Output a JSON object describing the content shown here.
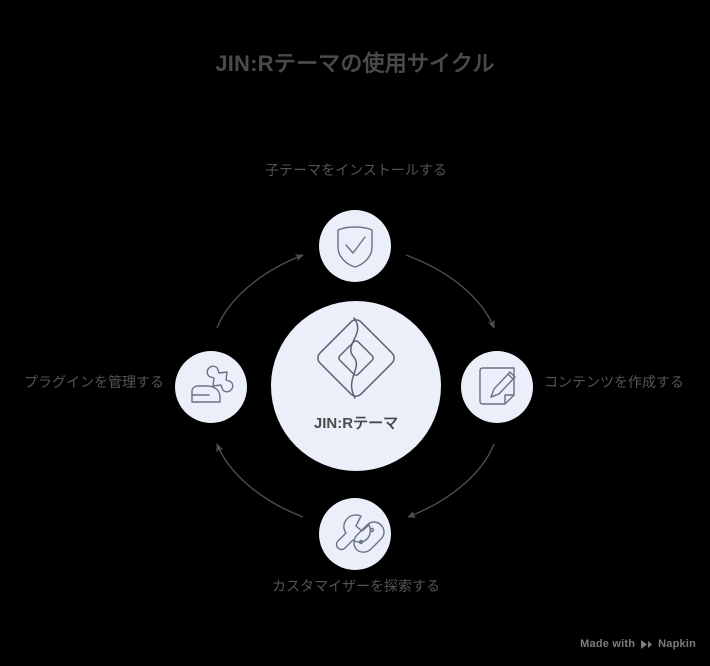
{
  "diagram": {
    "title": "JIN:Rテーマの使用サイクル",
    "type": "cycle",
    "center": {
      "label": "JIN:Rテーマ",
      "icon": "diamond-logo-icon"
    },
    "nodes": [
      {
        "id": "top",
        "label": "子テーマをインストールする",
        "icon": "shield-check-icon",
        "position": "top"
      },
      {
        "id": "right",
        "label": "コンテンツを作成する",
        "icon": "document-pencil-icon",
        "position": "right"
      },
      {
        "id": "bottom",
        "label": "カスタマイザーを探索する",
        "icon": "wrench-toggle-icon",
        "position": "bottom"
      },
      {
        "id": "left",
        "label": "プラグインを管理する",
        "icon": "puzzle-piece-icon",
        "position": "left"
      }
    ],
    "flow_direction": "clockwise",
    "colors": {
      "background": "#000000",
      "node_fill": "#eaeffa",
      "title_text": "#4a4a4a",
      "label_text": "#545454",
      "icon_stroke": "#6b7280",
      "arrow": "#4f4f4f",
      "watermark_text": "#7d7d7d"
    }
  },
  "watermark": {
    "prefix": "Made with",
    "brand": "Napkin",
    "icon": "napkin-logo-icon"
  }
}
